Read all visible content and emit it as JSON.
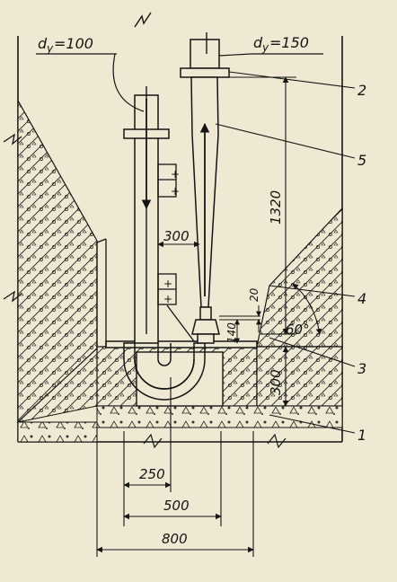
{
  "labels": {
    "dy_left": "d",
    "dy_left_sub": "y",
    "dy_left_value": "=100",
    "dy_right": "d",
    "dy_right_sub": "y",
    "dy_right_value": "=150"
  },
  "dimensions": {
    "height_1320": "1320",
    "height_300": "300",
    "gap_300": "300",
    "d20": "20",
    "d140": "140",
    "angle": "60°",
    "w250": "250",
    "w500": "500",
    "w800": "800"
  },
  "callouts": [
    "1",
    "2",
    "3",
    "4",
    "5"
  ],
  "colors": {
    "paper": "#efe9d3",
    "ink": "#141414"
  }
}
